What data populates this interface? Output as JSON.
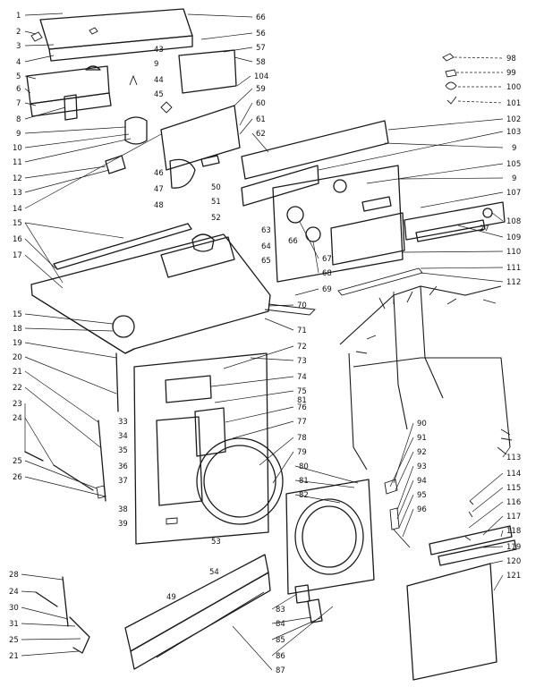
{
  "callouts": [
    "1",
    "2",
    "3",
    "4",
    "5",
    "6",
    "7",
    "8",
    "9",
    "10",
    "11",
    "12",
    "13",
    "14",
    "15",
    "16",
    "17",
    "15",
    "18",
    "19",
    "20",
    "21",
    "22",
    "23",
    "24",
    "25",
    "26",
    "28",
    "24",
    "30",
    "31",
    "25",
    "21",
    "66",
    "56",
    "57",
    "58",
    "104",
    "59",
    "60",
    "61",
    "62",
    "43",
    "9",
    "44",
    "45",
    "46",
    "47",
    "48",
    "51",
    "50",
    "52",
    "53",
    "64",
    "65",
    "102",
    "9",
    "103",
    "105",
    "9",
    "107",
    "108",
    "27",
    "109",
    "110",
    "111",
    "112",
    "70",
    "71",
    "72",
    "73",
    "74",
    "75",
    "81",
    "76",
    "77",
    "78",
    "79",
    "33",
    "34",
    "35",
    "36",
    "37",
    "38",
    "39",
    "63",
    "54",
    "49",
    "80",
    "81",
    "82",
    "83",
    "84",
    "85",
    "86",
    "87",
    "90",
    "91",
    "92",
    "93",
    "94",
    "95",
    "96",
    "114",
    "115",
    "116",
    "117",
    "118",
    "119",
    "120",
    "121",
    "113",
    "98",
    "99",
    "100",
    "101",
    "69",
    "68",
    "67",
    "66"
  ]
}
